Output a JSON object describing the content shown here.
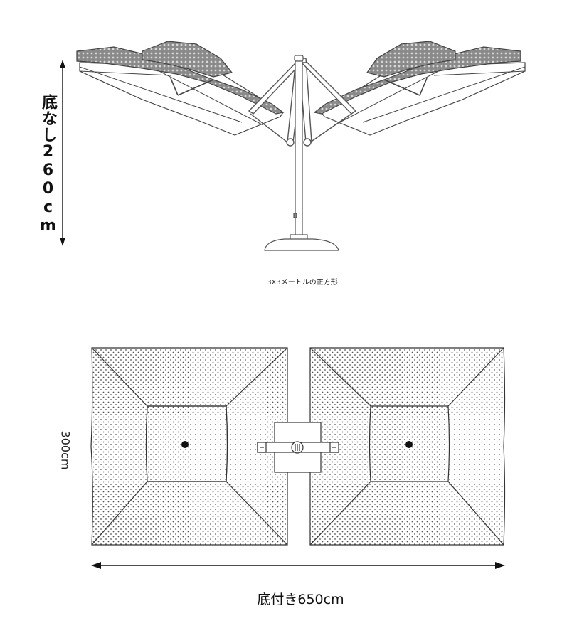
{
  "height_label": "底なし260cm",
  "caption": "3X3メートルの正方形",
  "depth_label": "300cm",
  "width_label": "底付き650cm"
}
